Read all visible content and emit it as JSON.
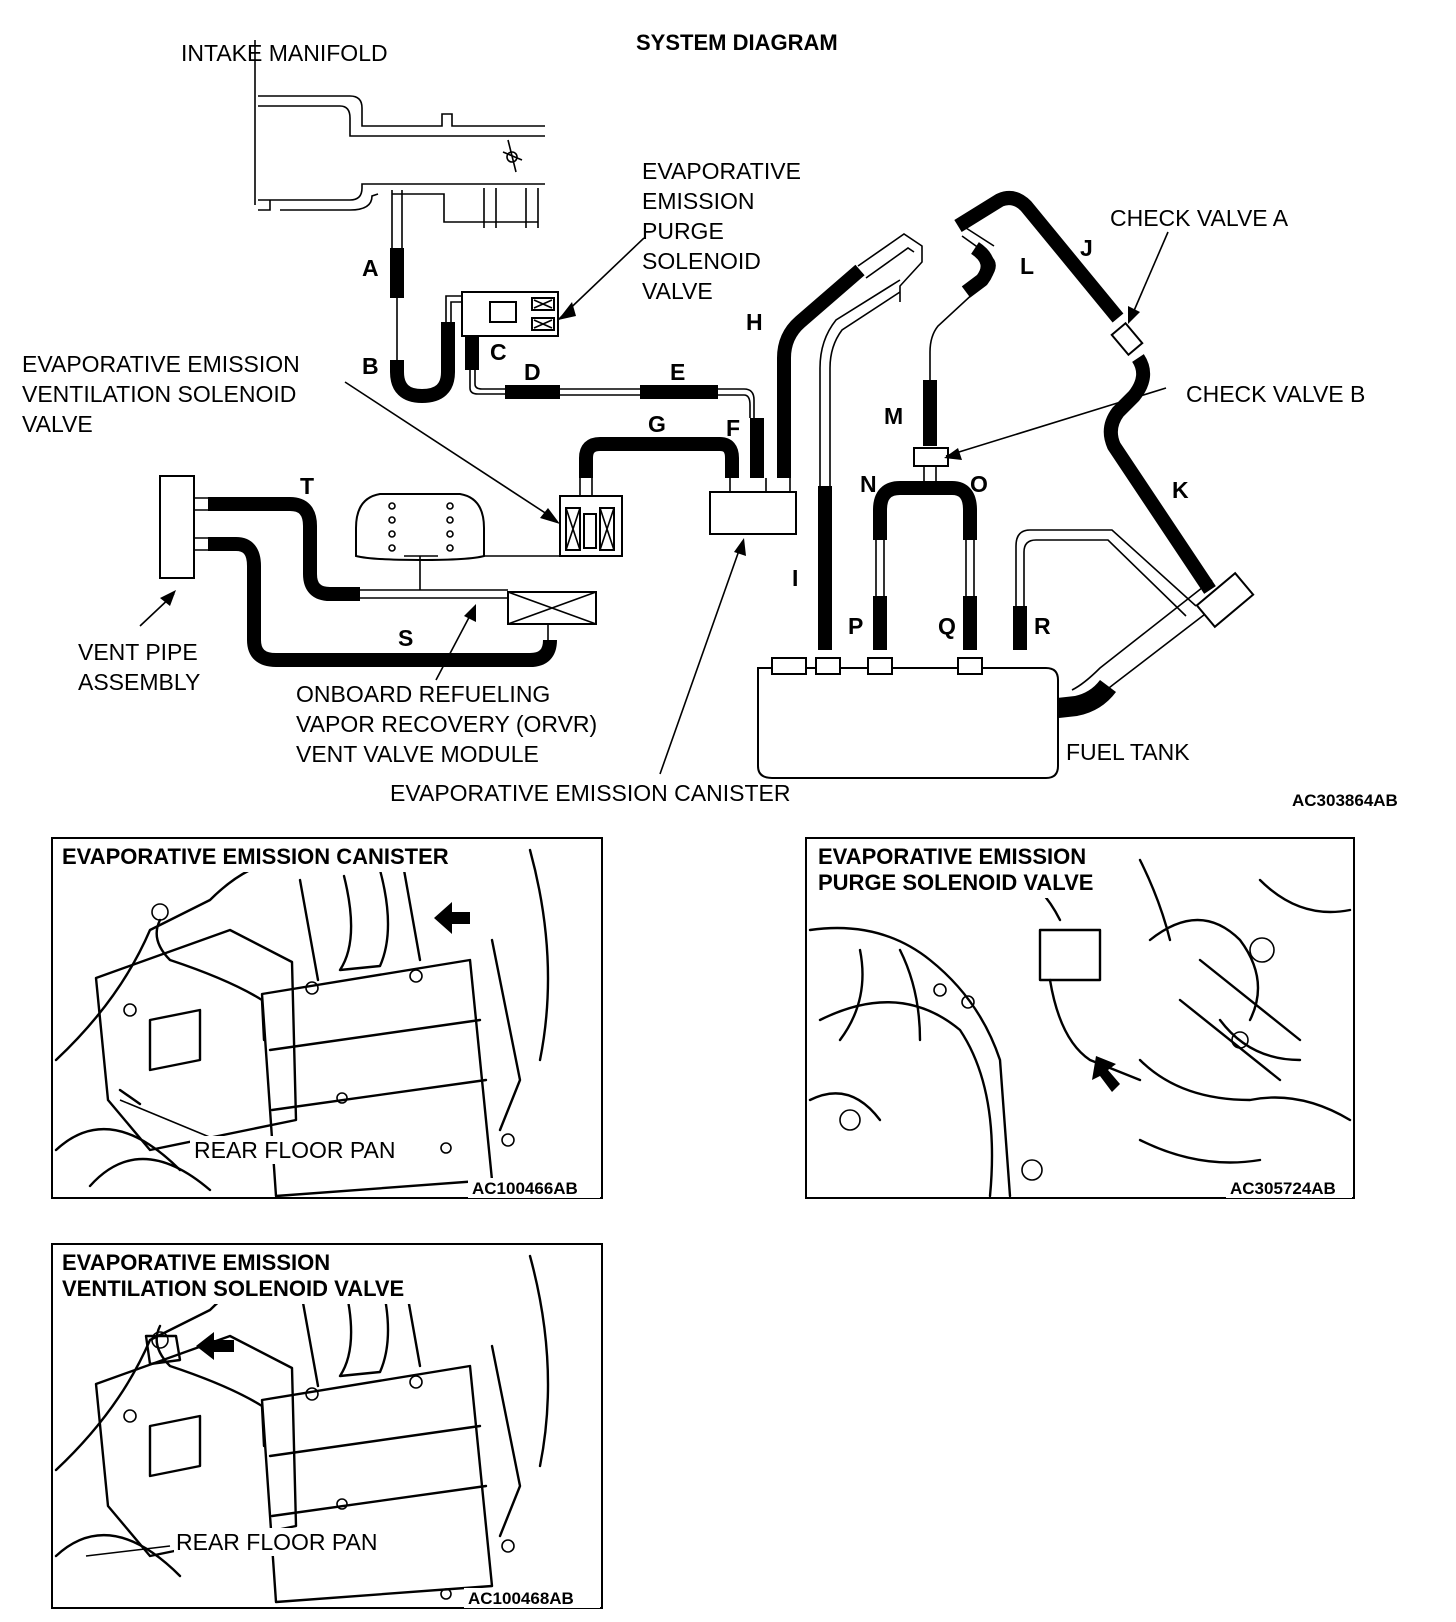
{
  "diagram": {
    "title": "SYSTEM DIAGRAM",
    "code": "AC303864AB",
    "components": {
      "intake_manifold": "INTAKE MANIFOLD",
      "purge_valve": [
        "EVAPORATIVE",
        "EMISSION",
        "PURGE",
        "SOLENOID",
        "VALVE"
      ],
      "ventilation_valve": [
        "EVAPORATIVE EMISSION",
        "VENTILATION SOLENOID",
        "VALVE"
      ],
      "vent_pipe": [
        "VENT PIPE",
        "ASSEMBLY"
      ],
      "orvr": [
        "ONBOARD REFUELING",
        "VAPOR RECOVERY (ORVR)",
        "VENT VALVE MODULE"
      ],
      "canister": "EVAPORATIVE EMISSION CANISTER",
      "fuel_tank": "FUEL TANK",
      "check_valve_a": "CHECK VALVE A",
      "check_valve_b": "CHECK VALVE B"
    },
    "hose_labels": [
      "A",
      "B",
      "C",
      "D",
      "E",
      "F",
      "G",
      "H",
      "I",
      "J",
      "K",
      "L",
      "M",
      "N",
      "O",
      "P",
      "Q",
      "R",
      "S",
      "T"
    ]
  },
  "panels": [
    {
      "title": [
        "EVAPORATIVE EMISSION CANISTER"
      ],
      "callout": "REAR FLOOR PAN",
      "code": "AC100466AB"
    },
    {
      "title": [
        "EVAPORATIVE EMISSION",
        "PURGE SOLENOID VALVE"
      ],
      "code": "AC305724AB"
    },
    {
      "title": [
        "EVAPORATIVE EMISSION",
        "VENTILATION SOLENOID VALVE"
      ],
      "callout": "REAR FLOOR PAN",
      "code": "AC100468AB"
    }
  ]
}
